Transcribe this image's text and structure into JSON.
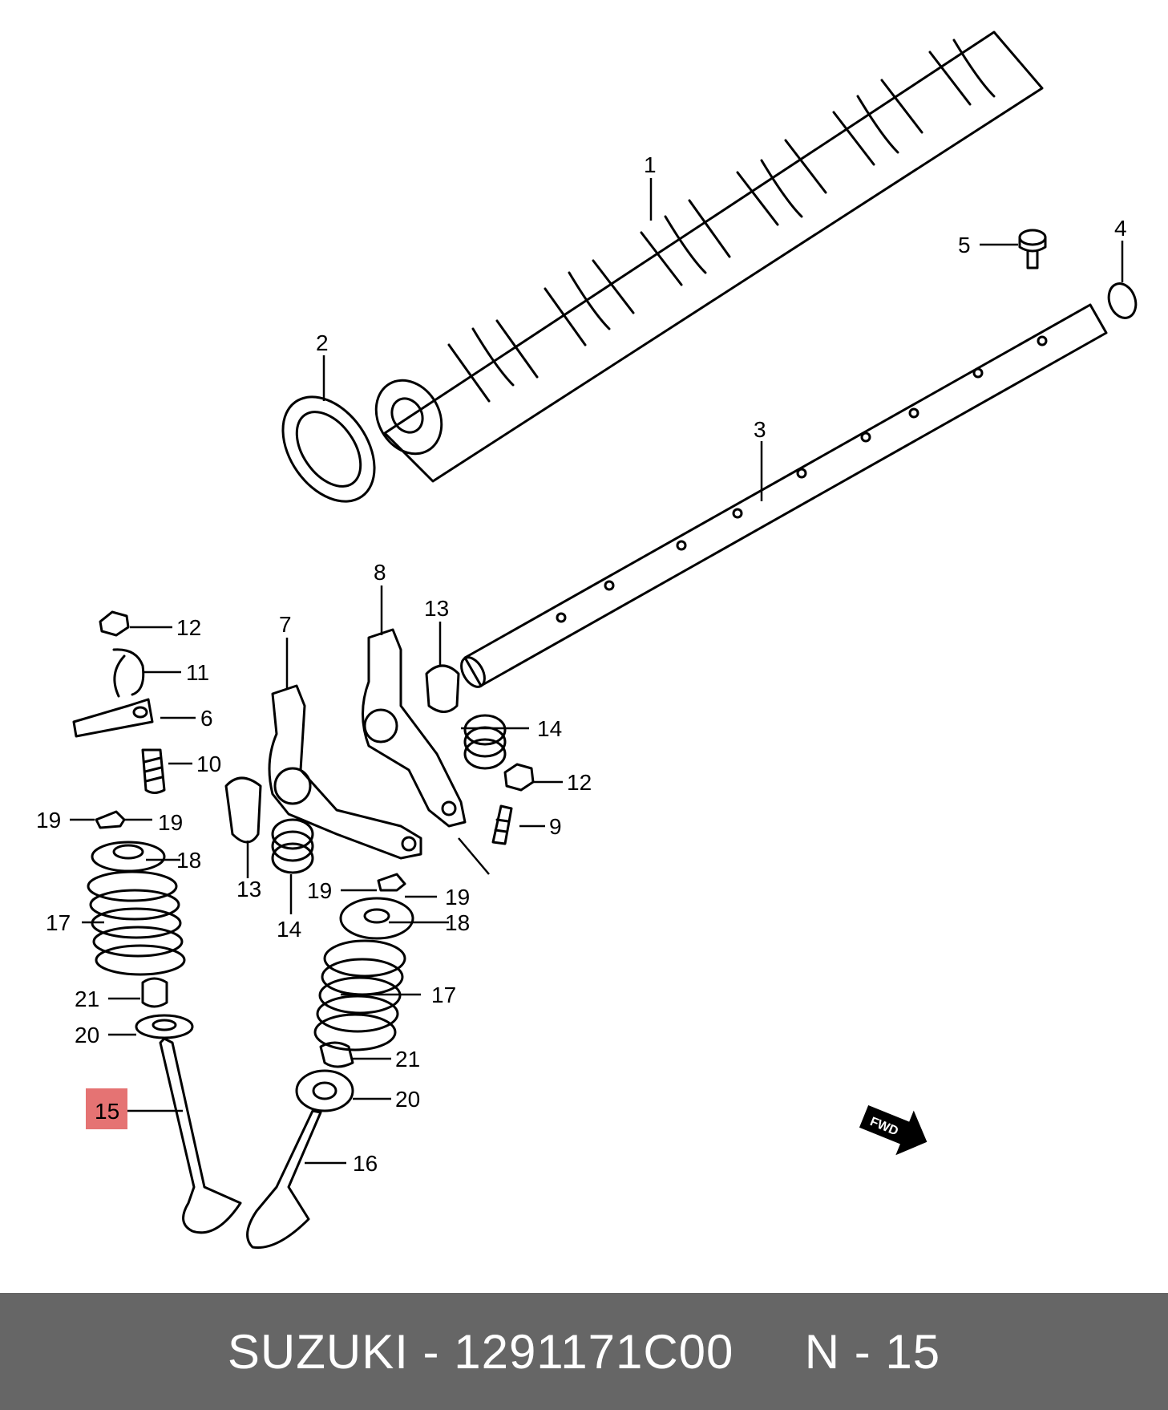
{
  "diagram": {
    "callouts": {
      "c1": "1",
      "c2": "2",
      "c3": "3",
      "c4": "4",
      "c5": "5",
      "c6": "6",
      "c7": "7",
      "c8": "8",
      "c9": "9",
      "c10": "10",
      "c11": "11",
      "c12a": "12",
      "c12b": "12",
      "c13a": "13",
      "c13b": "13",
      "c14a": "14",
      "c14b": "14",
      "c15": "15",
      "c16": "16",
      "c17a": "17",
      "c17b": "17",
      "c18a": "18",
      "c18b": "18",
      "c19a": "19",
      "c19b": "19",
      "c19c": "19",
      "c19d": "19",
      "c20a": "20",
      "c20b": "20",
      "c21a": "21",
      "c21b": "21"
    },
    "highlight_color": "#e57373",
    "fwd_label": "FWD"
  },
  "footer": {
    "text": "SUZUKI - 1291171C00     N - 15",
    "background": "#666666"
  }
}
